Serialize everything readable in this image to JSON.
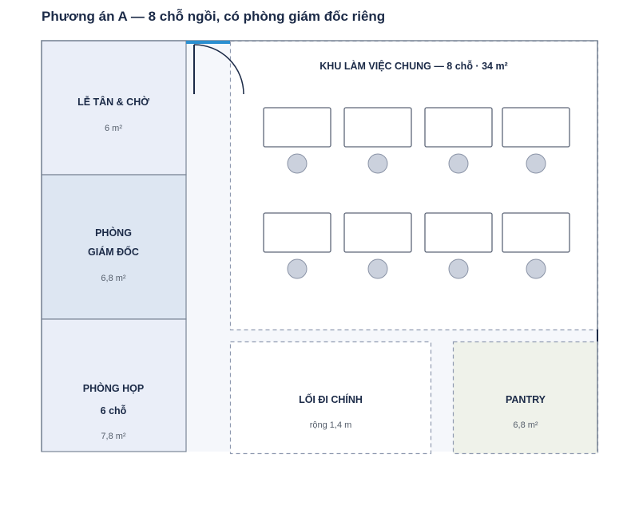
{
  "title": "Phương án A — 8 chỗ ngồi, có phòng giám đốc riêng",
  "colors": {
    "reception": "#eaeef8",
    "director": "#dde6f2",
    "meeting": "#eaeef8",
    "corridor": "#f5f7fb",
    "pantry": "#eff2ea",
    "wall": "#7a8596",
    "dashed": "#8f9ab0",
    "chair": "#cbd1dd",
    "window": "#2b8fd0"
  },
  "rooms": {
    "reception": {
      "name": "LỄ TÂN & CHỜ",
      "area": "6 m²"
    },
    "director": {
      "name_line1": "PHÒNG",
      "name_line2": "GIÁM ĐỐC",
      "area": "6,8 m²"
    },
    "meeting": {
      "name_line1": "PHÒNG HỌP",
      "name_line2": "6 chỗ",
      "area": "7,8 m²"
    },
    "workspace": {
      "name": "KHU LÀM VIỆC CHUNG — 8 chỗ · 34 m²"
    },
    "corridor": {
      "name": "LỐI ĐI CHÍNH",
      "sub": "rộng 1,4 m"
    },
    "pantry": {
      "name": "PANTRY",
      "area": "6,8 m²"
    }
  },
  "workstations": {
    "count": 8
  }
}
